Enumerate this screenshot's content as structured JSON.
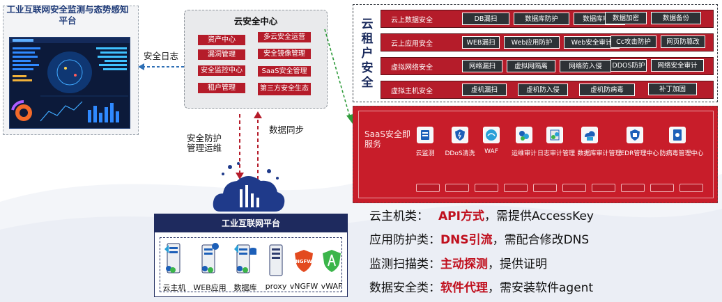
{
  "left_panel": {
    "title": "工业互联网安全监测与态势感知平台"
  },
  "arrow_labels": {
    "security_log": "安全日志",
    "security_ops": "安全防护\n管理运维",
    "data_sync": "数据同步"
  },
  "cloud_center": {
    "title": "云安全中心",
    "buttons": [
      "资产中心",
      "多云安全运营",
      "漏洞管理",
      "安全镜像管理",
      "安全监控中心",
      "SaaS安全管理",
      "租户管理",
      "第三方安全生态"
    ]
  },
  "tenant": {
    "label_chars": [
      "云",
      "租",
      "户",
      "安",
      "全"
    ],
    "rows": [
      {
        "label": "云上数据安全",
        "items": [
          "DB漏扫",
          "数据库防护",
          "数据库审计",
          "数据加密",
          "数据备份"
        ]
      },
      {
        "label": "云上应用安全",
        "items": [
          "WEB漏扫",
          "Web应用防护",
          "Web安全审计",
          "Cc攻击防护",
          "网页防篡改"
        ]
      },
      {
        "label": "虚拟网络安全",
        "items": [
          "网络漏扫",
          "虚拟网隔离",
          "网络防入侵",
          "DDOS防护",
          "网络安全审计"
        ]
      },
      {
        "label": "虚拟主机安全",
        "items": [
          "虚机漏扫",
          "虚机防入侵",
          "虚机防病毒",
          "补丁加固"
        ]
      }
    ]
  },
  "saas": {
    "title": "SaaS安全即服务",
    "services": [
      "云监测",
      "DDoS清洗",
      "WAF",
      "运维审计",
      "日志审计管理",
      "数据库审计管理",
      "EDR管理中心",
      "防病毒管理中心"
    ]
  },
  "platform": {
    "title": "工业互联网平台",
    "items": [
      "云主机",
      "WEB应用",
      "数据库",
      "proxy",
      "vNGFW",
      "vWAF"
    ],
    "badges": {
      "ngfw": "NGFW"
    }
  },
  "methods": [
    {
      "prefix": "云主机类：",
      "method": "API方式",
      "note": "，需提供AccessKey"
    },
    {
      "prefix": "应用防护类：",
      "method": "DNS引流",
      "note": "，需配合修改DNS"
    },
    {
      "prefix": "监测扫描类：",
      "method": "主动探测",
      "note": "，提供证明"
    },
    {
      "prefix": "数据安全类：",
      "method": "软件代理",
      "note": "，需安装软件agent"
    }
  ],
  "colors": {
    "accent_red": "#b51c2a",
    "navy": "#1e2a5e",
    "highlight_red": "#c0101e",
    "arrow_blue": "#2e6fb5",
    "arrow_green": "#2e9b3a"
  }
}
